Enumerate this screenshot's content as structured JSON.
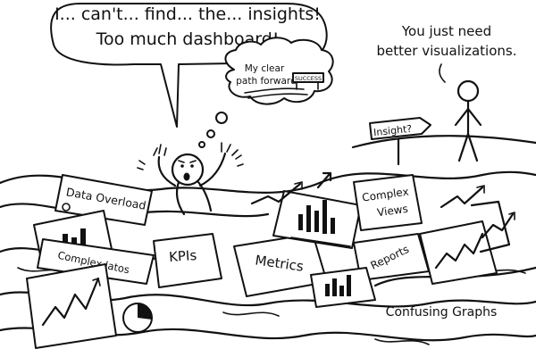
{
  "speech_bubble": {
    "line1": "I... can't... find... the... insights!",
    "line2": "Too much dashboard!"
  },
  "thought_bubble": {
    "line1": "My clear",
    "line2": "path forward",
    "sign": "SUCCESS"
  },
  "stick_figure_caption": {
    "line1": "You just need",
    "line2": "better visualizations."
  },
  "signpost": {
    "label": "Insight?"
  },
  "papers": {
    "data_overload": "Data Overload",
    "complex_views_1": "Complex",
    "complex_views_2": "Views",
    "complex_datos": "Complex latos",
    "kpis": "KPIs",
    "metrics": "Metrics",
    "reports": "Reports",
    "confusing_graphs": "Confusing Graphs"
  }
}
